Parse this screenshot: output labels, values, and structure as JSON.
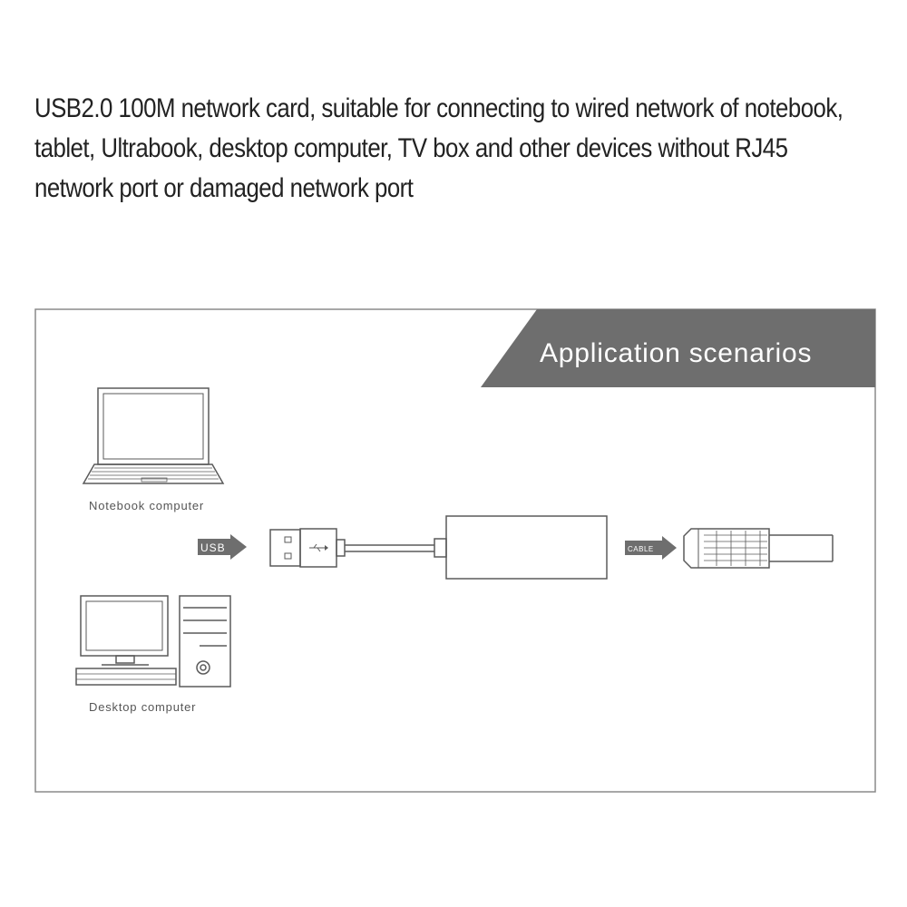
{
  "description": {
    "line1": "USB2.0 100M network card, suitable for connecting to wired network of notebook,",
    "line2": "tablet, Ultrabook, desktop computer, TV box and other devices without RJ45",
    "line3": "network port or damaged network port"
  },
  "panel": {
    "banner_title": "Application scenarios",
    "notebook_label": "Notebook computer",
    "desktop_label": "Desktop computer",
    "usb_arrow_label": "USB",
    "cable_arrow_label": "CABLE"
  },
  "colors": {
    "banner": "#6e6e6e",
    "frame": "#8a8a8a",
    "line_art": "#5a5a5a",
    "text": "#222222"
  }
}
